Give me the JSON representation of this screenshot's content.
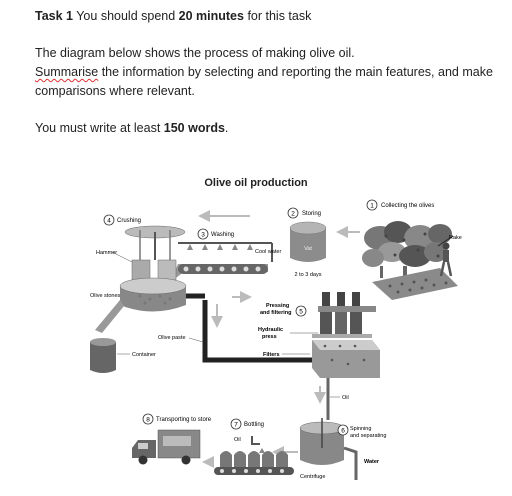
{
  "task": {
    "heading_bold": "Task 1",
    "heading_rest1": " You should spend ",
    "heading_time": "20 minutes",
    "heading_rest2": " for this task",
    "line1": "The diagram below shows the process of making olive oil.",
    "line2_word": "Summarise",
    "line2_rest": " the information by selecting and reporting the main features, and make",
    "line3": "comparisons where relevant.",
    "words_pre": "You must write at least ",
    "words_bold": "150 words",
    "words_post": "."
  },
  "diagram": {
    "title": "Olive oil production",
    "steps": [
      {
        "num": "1",
        "label": "Collecting the olives"
      },
      {
        "num": "2",
        "label": "Storing"
      },
      {
        "num": "3",
        "label": "Washing"
      },
      {
        "num": "4",
        "label": "Crushing"
      },
      {
        "num": "5",
        "label": "Pressing and filtering"
      },
      {
        "num": "6",
        "label": "Spinning and separating"
      },
      {
        "num": "7",
        "label": "Bottling"
      },
      {
        "num": "8",
        "label": "Transporting to store"
      }
    ],
    "labels": {
      "rake": "Rake",
      "vat": "Vat",
      "days": "2 to 3 days",
      "cool_water": "Cool water",
      "hammer": "Hammer",
      "olive_stones": "Olive stones",
      "olive_paste": "Olive paste",
      "container": "Container",
      "hydraulic_press": "Hydraulic press",
      "filters": "Filters",
      "oil": "Oil",
      "oil2": "Oil",
      "water": "Water",
      "centrifuge": "Centrifuge"
    }
  }
}
